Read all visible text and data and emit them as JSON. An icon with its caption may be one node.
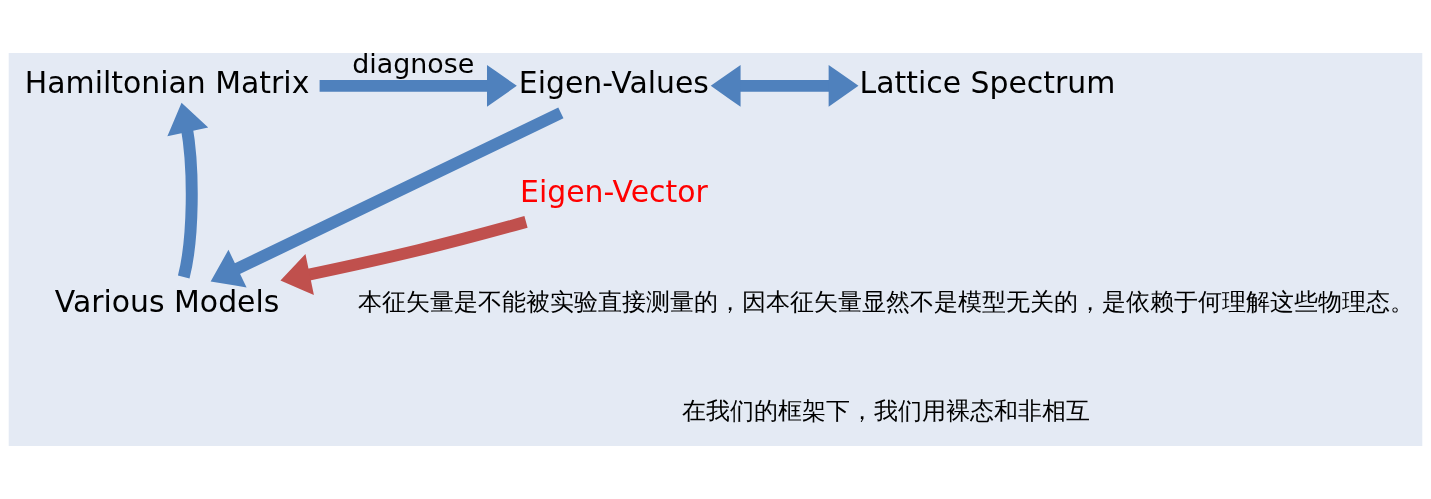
{
  "diagram": {
    "nodes": [
      {
        "text": [
          "Hamiltonian Matrix"
        ]
      },
      {
        "text": [
          "Eigen-Values"
        ]
      },
      {
        "text": [
          "Lattice Spectrum"
        ]
      },
      {
        "text": [
          "Various Models"
        ]
      },
      {
        "text": [
          "Eigen-Vector"
        ]
      }
    ],
    "edges": [
      {
        "from": 0,
        "to": 1,
        "arrow": "to",
        "label": "diagnose"
      },
      {
        "from": 1,
        "to": 2,
        "arrow": "both"
      },
      {
        "from": 3,
        "to": 0,
        "arrow": "to"
      },
      {
        "from": 1,
        "to": 3,
        "arrow": "to"
      },
      {
        "from": 4,
        "to": 3,
        "arrow": "to",
        "color": "#c0504d"
      }
    ],
    "labels": [
      "本征矢量是不能被实验直接测量的，因本征矢量显然不是模型无关的，是依赖于何理解这些物理态。",
      "在我们的框架下，我们用裸态和非相互"
    ]
  }
}
